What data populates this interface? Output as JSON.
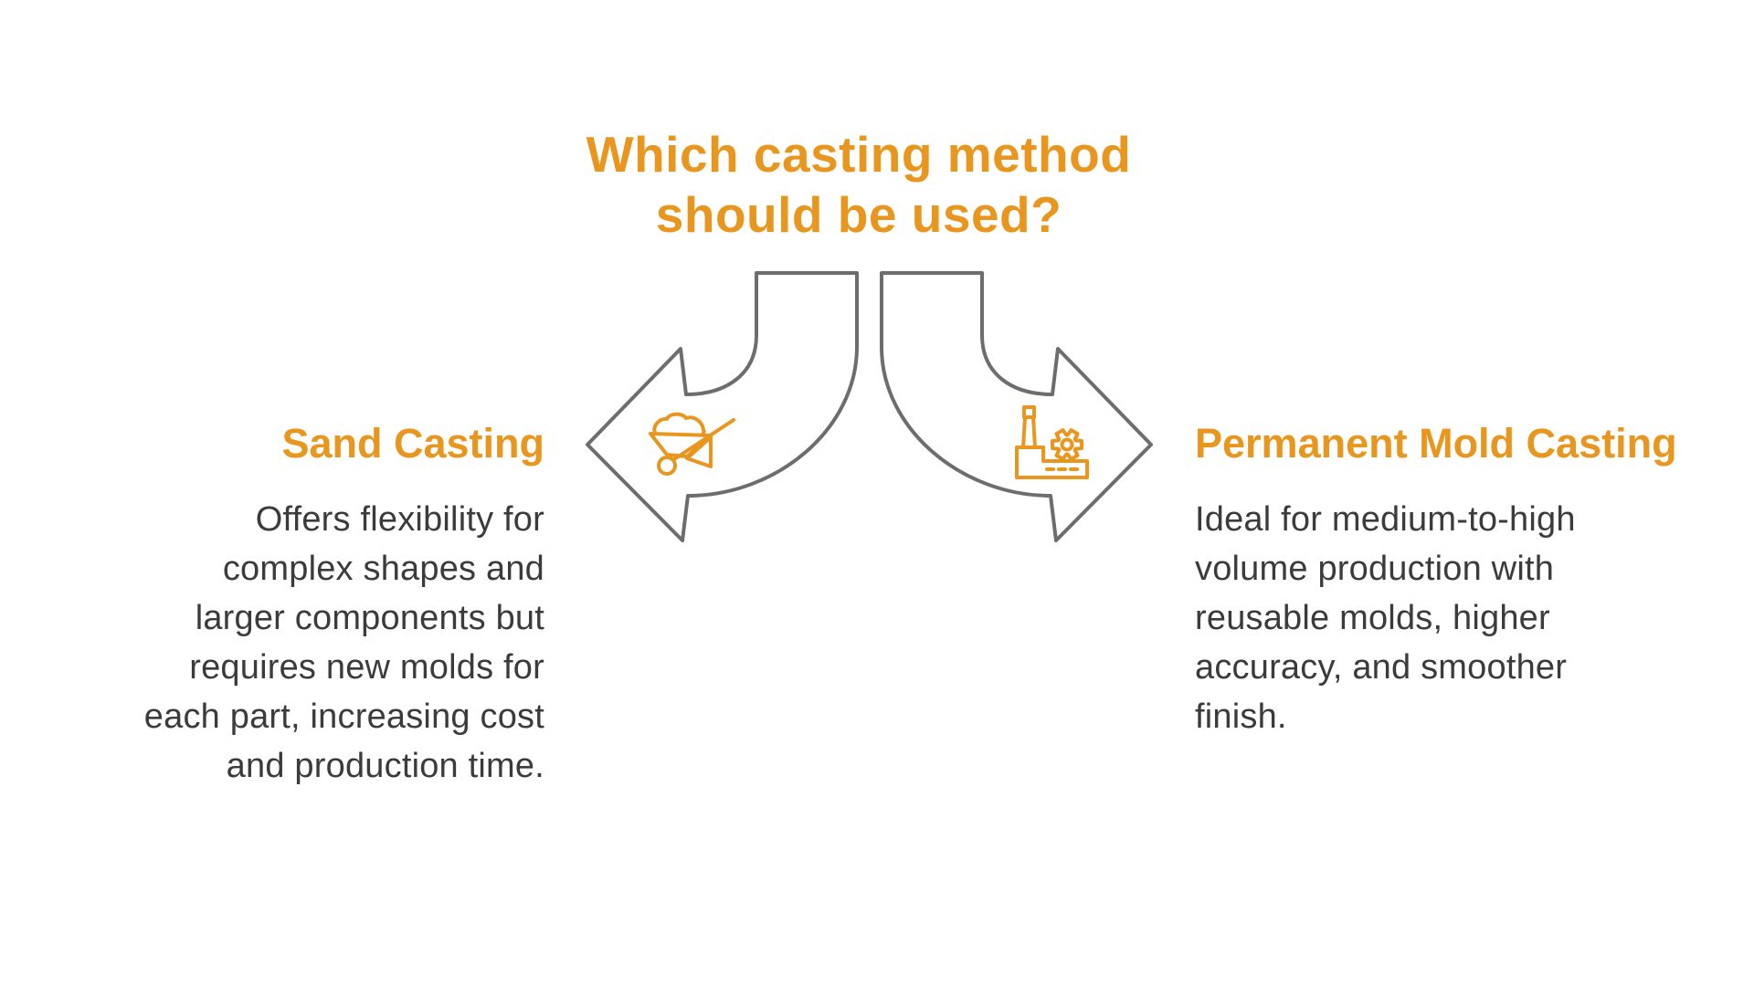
{
  "title": {
    "text": "Which casting method\nshould be used?"
  },
  "branches": {
    "left": {
      "heading": "Sand Casting",
      "body": "Offers flexibility for\ncomplex shapes and\nlarger components but\nrequires new molds for\neach part, increasing cost\nand production time.",
      "icon": "wheelbarrow-icon"
    },
    "right": {
      "heading": "Permanent Mold Casting",
      "body": "Ideal for medium-to-high\nvolume production with\nreusable molds, higher\naccuracy, and smoother\nfinish.",
      "icon": "factory-icon"
    }
  },
  "colors": {
    "accent_orange": "#E8961E",
    "arrow_gray": "#6D6D6D",
    "body_text": "#3B3B3B",
    "background": "#FFFFFF"
  }
}
